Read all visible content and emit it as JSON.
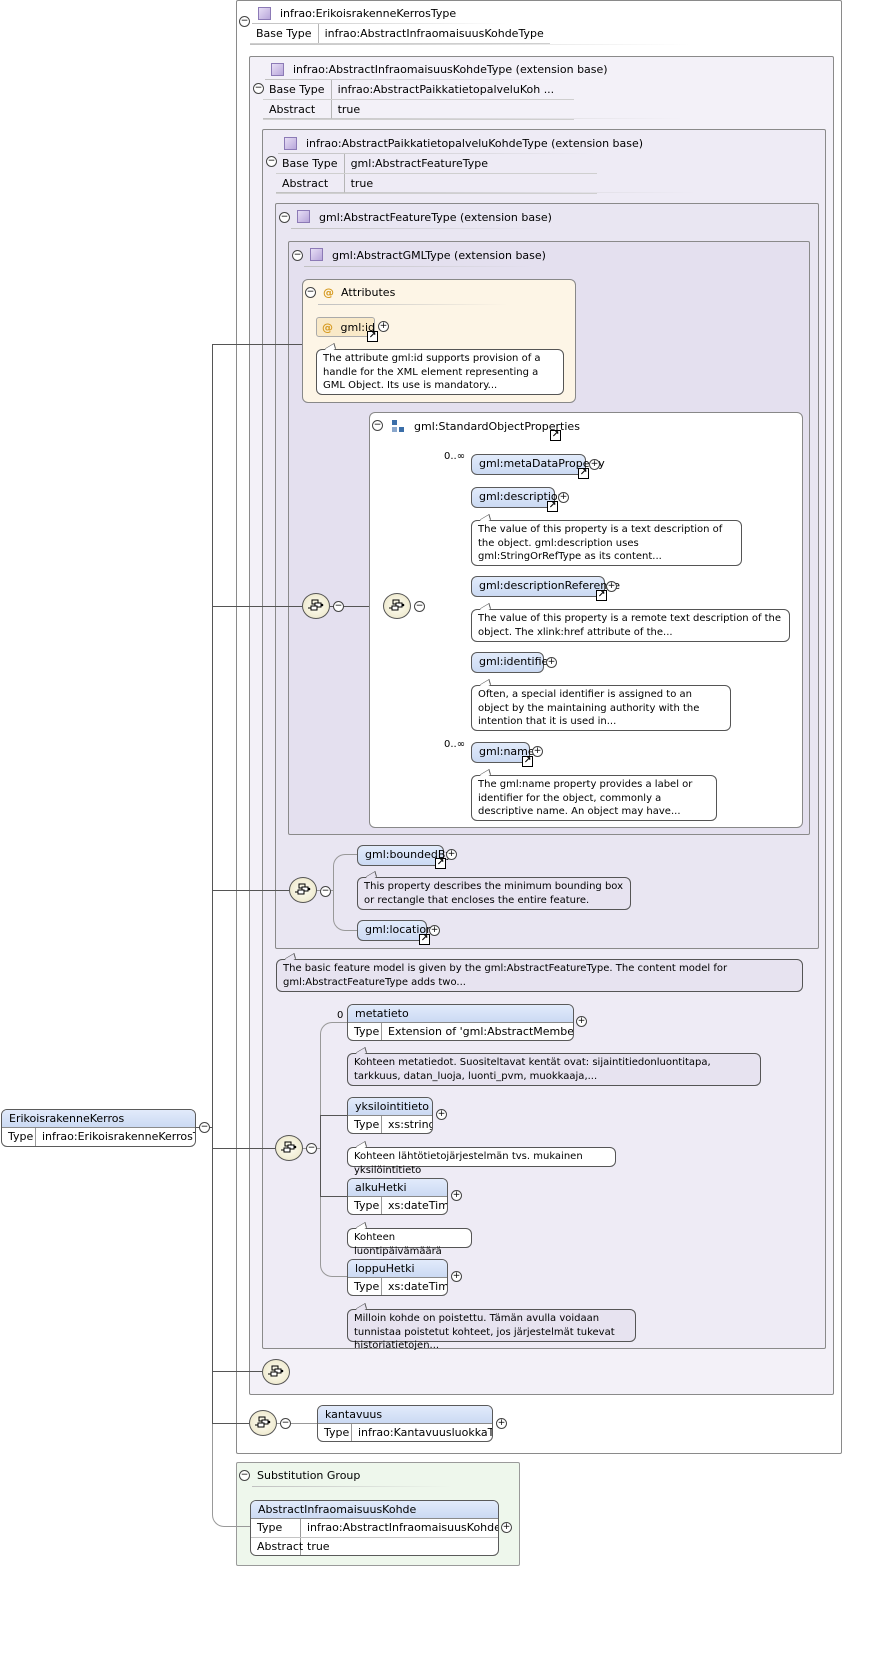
{
  "root": {
    "name": "ErikoisrakenneKerros",
    "type_key": "Type",
    "type_val": "infrao:ErikoisrakenneKerrosType"
  },
  "type0": {
    "title": "infrao:ErikoisrakenneKerrosType",
    "base_key": "Base Type",
    "base_val": "infrao:AbstractInfraomaisuusKohdeType"
  },
  "type1": {
    "title": "infrao:AbstractInfraomaisuusKohdeType (extension base)",
    "base_key": "Base Type",
    "base_val": "infrao:AbstractPaikkatietopalveluKoh ...",
    "abs_key": "Abstract",
    "abs_val": "true"
  },
  "type2": {
    "title": "infrao:AbstractPaikkatietopalveluKohdeType (extension base)",
    "base_key": "Base Type",
    "base_val": "gml:AbstractFeatureType",
    "abs_key": "Abstract",
    "abs_val": "true"
  },
  "type3": {
    "title": "gml:AbstractFeatureType (extension base)"
  },
  "type4": {
    "title": "gml:AbstractGMLType (extension base)"
  },
  "attributes": {
    "title": "Attributes",
    "at": "@",
    "id": "gml:id",
    "doc": "The attribute gml:id supports provision of a handle for the XML element representing a GML Object. Its use is mandatory..."
  },
  "sop": {
    "title": "gml:StandardObjectProperties"
  },
  "gml_elems": [
    {
      "name": "gml:metaDataProperty",
      "card": "0..∞"
    },
    {
      "name": "gml:description",
      "doc": "The value of this property is a text description of the object. gml:description uses gml:StringOrRefType as its content..."
    },
    {
      "name": "gml:descriptionReference",
      "doc": "The value of this property is a remote text description of the object. The xlink:href attribute of the..."
    },
    {
      "name": "gml:identifier",
      "doc": "Often, a special identifier is assigned to an object by the maintaining authority with the intention that it is used in..."
    },
    {
      "name": "gml:name",
      "card": "0..∞",
      "doc": "The gml:name property provides a label or identifier for the object, commonly a descriptive name. An object may have..."
    }
  ],
  "bounded": {
    "name": "gml:boundedBy",
    "doc": "This property describes the minimum bounding box or rectangle that encloses the entire feature."
  },
  "location": {
    "name": "gml:location"
  },
  "feature_doc": "The basic feature model is given by the gml:AbstractFeatureType. The content model for gml:AbstractFeatureType adds two...",
  "paikka_elems": [
    {
      "name": "metatieto",
      "card": "0",
      "type_key": "Type",
      "type_val": "Extension of 'gml:AbstractMemberType'",
      "doc": "Kohteen metatiedot. Suositeltavat kentät ovat: sijaintitiedonluontitapa, tarkkuus, datan_luoja, luonti_pvm, muokkaaja,..."
    },
    {
      "name": "yksilointitieto",
      "type_key": "Type",
      "type_val": "xs:string",
      "doc": "Kohteen lähtötietojärjestelmän tvs. mukainen yksilöintitieto"
    },
    {
      "name": "alkuHetki",
      "type_key": "Type",
      "type_val": "xs:dateTime",
      "doc": "Kohteen luontipäivämäärä"
    },
    {
      "name": "loppuHetki",
      "type_key": "Type",
      "type_val": "xs:dateTime",
      "doc": "Milloin kohde on poistettu. Tämän avulla voidaan tunnistaa poistetut kohteet, jos järjestelmät tukevat historiatietojen..."
    }
  ],
  "kantavuus": {
    "name": "kantavuus",
    "type_key": "Type",
    "type_val": "infrao:KantavuusluokkaType"
  },
  "subst": {
    "title": "Substitution Group",
    "name": "AbstractInfraomaisuusKohde",
    "type_key": "Type",
    "type_val": "infrao:AbstractInfraomaisuusKohdeType",
    "abs_key": "Abstract",
    "abs_val": "true"
  },
  "glyphs": {
    "minus": "−",
    "plus": "+",
    "link": "↗"
  },
  "colors": {
    "element_fill": "#cbdaf3",
    "attributes_fill": "#fdf5e6",
    "type_fill": "#f1eff7",
    "substitution_fill": "#eff8ee",
    "compositor_fill": "#f7f3da"
  }
}
